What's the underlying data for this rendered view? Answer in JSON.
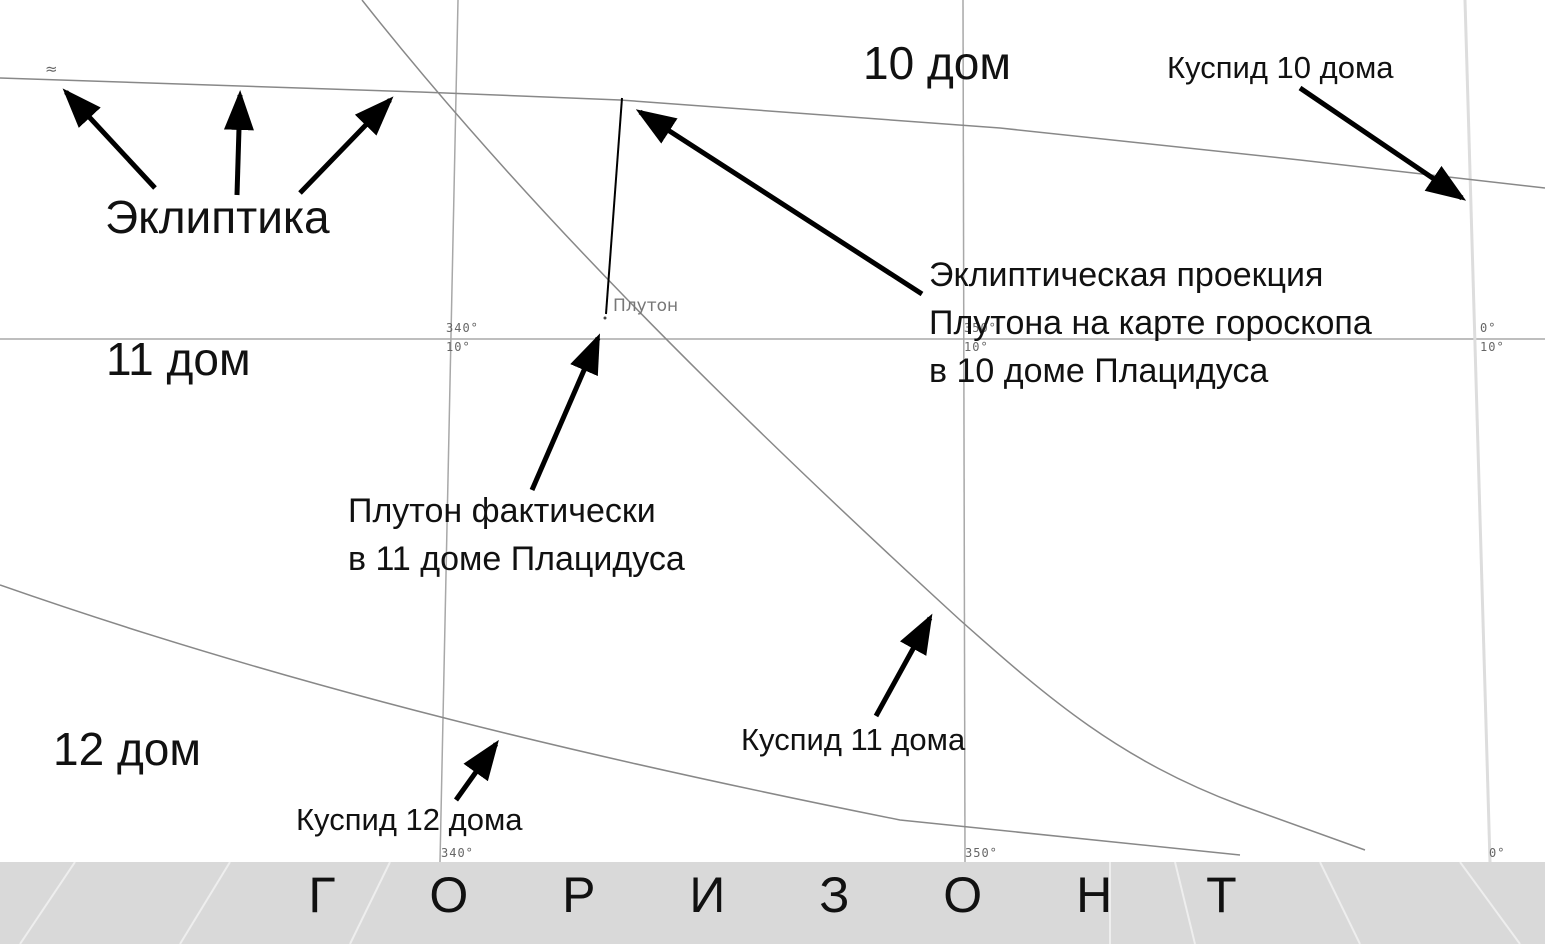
{
  "houses": {
    "house10": "10 дом",
    "house11": "11 дом",
    "house12": "12 дом"
  },
  "labels": {
    "ecliptic": "Эклиптика",
    "cusp10": "Куспид 10 дома",
    "cusp11": "Куспид 11 дома",
    "cusp12": "Куспид 12 дома",
    "projection_line1": "Эклиптическая проекция",
    "projection_line2": "Плутона на карте гороскопа",
    "projection_line3": "в 10 доме Плацидуса",
    "actual_line1": "Плутон фактически",
    "actual_line2": "в 11 доме  Плацидуса"
  },
  "planet": {
    "name": "Плутон",
    "aquarius_glyph": "≈"
  },
  "grid": {
    "lon_340_top": "340°",
    "lat_10_a": "10°",
    "lon_350_top": "350°",
    "lat_10_b": "10°",
    "lon_0_top": "0°",
    "lat_10_c": "10°",
    "lon_340_bottom": "340°",
    "lon_350_bottom": "350°",
    "lon_0_bottom": "0°"
  },
  "horizon": {
    "label": "Г О Р И З О Н Т"
  },
  "colors": {
    "grid": "#a0a0a0",
    "cusp": "#777777",
    "arrow": "#000000",
    "horizon_band": "#d9d9d9"
  }
}
